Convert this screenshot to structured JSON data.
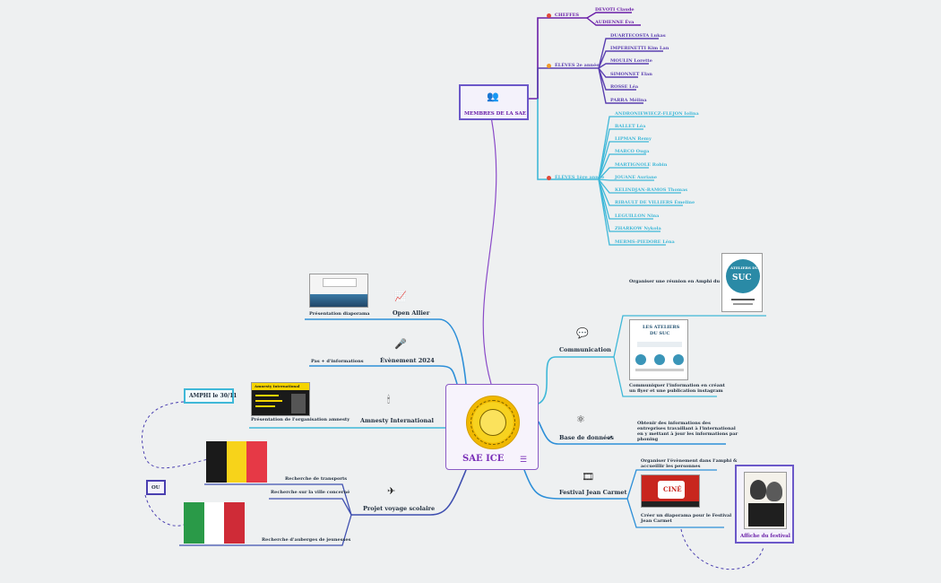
{
  "central": {
    "title": "SAE ICE"
  },
  "membres": {
    "label": "MEMBRES DE LA SAE",
    "chefs_label": "CHEFFES",
    "chefs": [
      "DEVOTI Claude",
      "AUDIENNE Éva"
    ],
    "eleves2_label": "ÉLÈVES 2e année",
    "eleves2": [
      "DUARTECOSTA Lukas",
      "IMPERINETTI Kim Lan",
      "MOULIN Lorette",
      "SIMONNET Elan",
      "ROSSE Léa",
      "PARRA Mélina"
    ],
    "eleves1_label": "ÉLÈVES 1ère année",
    "eleves1": [
      "ANDRONIEWIECZ-FLEJON Iolina",
      "BALLET Léa",
      "LIPMAN Remy",
      "MARCO Ouga",
      "MARTIGNOLE Robin",
      "JOUANE Auriane",
      "KELINDJAN-RAMOS Thomas",
      "RIBAULT DE VILLIERS Émeline",
      "LEGUILLON Nina",
      "ZHARKOW Nykola",
      "MERMS-PIEDORE Léna"
    ]
  },
  "communication": {
    "label": "Communication",
    "item1": "Organiser une réunion en Amphi du SUC",
    "item2_line1": "Communiquer l'information en créant",
    "item2_line2": "un flyer et une publication instagram",
    "suc_title": "ATELIERS DU",
    "suc_big": "SUC",
    "ateliers_title": "LES ATELIERS",
    "ateliers_sub": "DU SUC"
  },
  "base": {
    "label": "Base de données",
    "line1": "Obtenir des informations des",
    "line2": "entreprises travaillant à l'international",
    "line3": "en y mettant à jour les informations par",
    "line4": "phoning"
  },
  "festival": {
    "label": "Festival Jean Carmet",
    "item1_line1": "Organiser l'évènement dans l'amphi &",
    "item1_line2": "accueillir les personnes",
    "item2_line1": "Créer un diaporama pour le Festival",
    "item2_line2": "Jean Carmet",
    "cine": "CINÉ",
    "affiche": "Affiche du festival"
  },
  "open": {
    "label": "Open Allier",
    "sub": "Présentation diaporama"
  },
  "evenement": {
    "label": "Évènement 2024",
    "sub": "Pas + d'informations"
  },
  "amnesty": {
    "label": "Amnesty International",
    "sub": "Présentation de l'organisation amnesty",
    "thumb_title": "Amnesty International",
    "amphi": "AMPHI le 30/11"
  },
  "voyage": {
    "label": "Projet voyage scolaire",
    "item1": "Recherche de transports",
    "item2": "Recherche sur la ville concerné",
    "item3": "Recherche d'auberges de jeunesses",
    "ou": "OU"
  },
  "colors": {
    "purple": "#7a2fb8",
    "cyan": "#3fb8d8",
    "blue": "#2d8fd8",
    "border": "#6b58c9"
  },
  "icons": [
    "people-icon",
    "chat-icon",
    "atom-icon",
    "film-icon",
    "chart-icon",
    "microphone-icon",
    "candle-icon",
    "plane-icon",
    "menu-icon",
    "external-link-icon"
  ]
}
